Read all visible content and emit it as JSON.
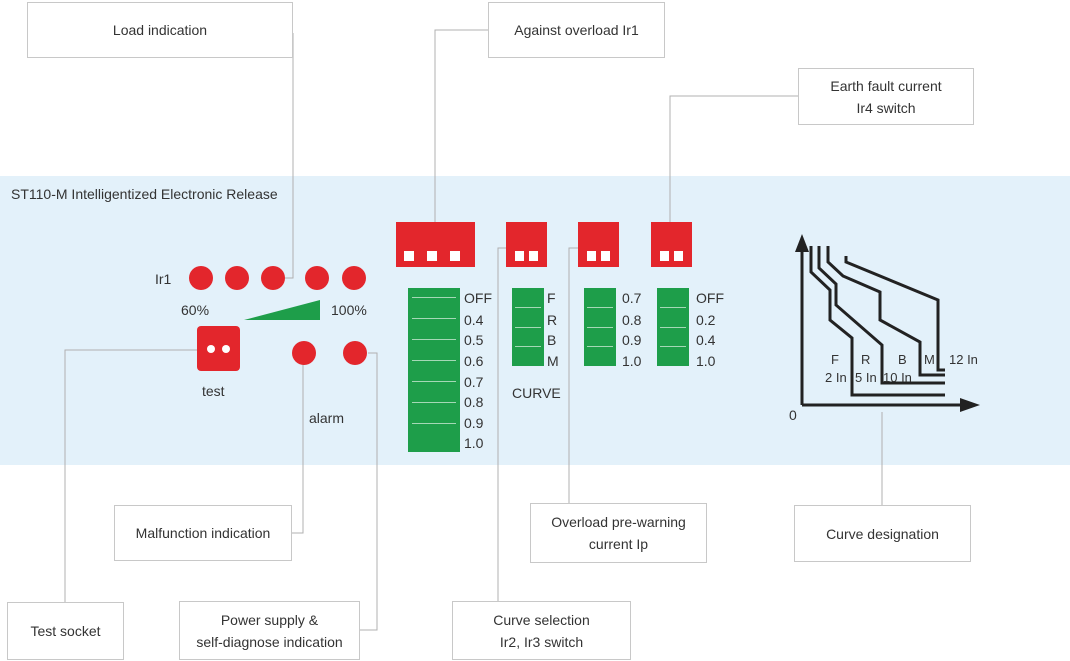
{
  "colors": {
    "red": "#e3262c",
    "green": "#1e9e4a",
    "band": "#e3f1fa",
    "line": "#b0b0b0"
  },
  "panel_title": "ST110-M Intelligentized Electronic Release",
  "callouts": {
    "load_indication": "Load indication",
    "against_overload": "Against overload  Ir1",
    "earth_fault": "Earth fault current\nIr4 switch",
    "malfunction": "Malfunction indication",
    "test_socket": "Test socket",
    "power_supply": "Power supply &\nself-diagnose indication",
    "overload_prewarning": "Overload pre-warning\ncurrent Ip",
    "curve_selection": "Curve selection\nIr2, Ir3 switch",
    "curve_designation": "Curve designation"
  },
  "indicators": {
    "ir1_label": "Ir1",
    "pct_low": "60%",
    "pct_high": "100%",
    "test_label": "test",
    "alarm_label": "alarm"
  },
  "switches": {
    "ir1_options": [
      "OFF",
      "0.4",
      "0.5",
      "0.6",
      "0.7",
      "0.8",
      "0.9",
      "1.0"
    ],
    "curve_options": [
      "F",
      "R",
      "B",
      "M"
    ],
    "curve_label": "CURVE",
    "ip_options": [
      "0.7",
      "0.8",
      "0.9",
      "1.0"
    ],
    "ir4_options": [
      "OFF",
      "0.2",
      "0.4",
      "1.0"
    ]
  },
  "curve_chart": {
    "origin": "0",
    "curves": [
      {
        "letter": "F",
        "multiple": "2 In"
      },
      {
        "letter": "R",
        "multiple": "5 In"
      },
      {
        "letter": "B",
        "multiple": "10 In"
      },
      {
        "letter": "M",
        "multiple": "12 In"
      }
    ]
  }
}
